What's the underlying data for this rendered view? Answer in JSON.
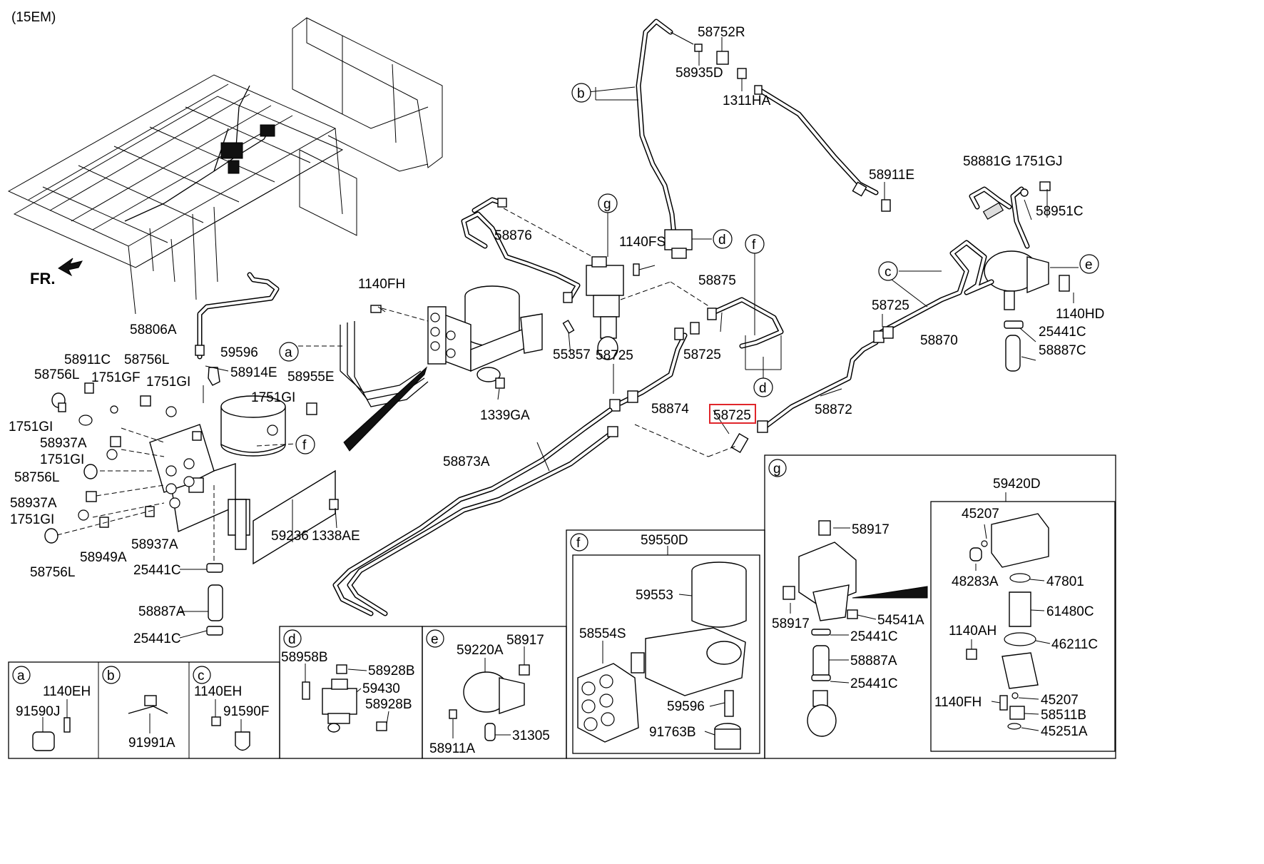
{
  "model_code": "(15EM)",
  "front_label": "FR.",
  "highlighted_part": "58725",
  "callout_letters": {
    "a": "a",
    "b": "b",
    "c": "c",
    "d": "d",
    "e": "e",
    "f": "f",
    "g": "g"
  },
  "parts": {
    "p58752R": "58752R",
    "p58935D": "58935D",
    "p1311HA": "1311HA",
    "p58911E": "58911E",
    "p58881G": "58881G",
    "p1751GJ": "1751GJ",
    "p58951C": "58951C",
    "p1140FS": "1140FS",
    "p58876": "58876",
    "p58875": "58875",
    "p1140FH_top": "1140FH",
    "p55357": "55357",
    "p58725_a": "58725",
    "p58725_b": "58725",
    "p58725_c": "58725",
    "p58725_hl": "58725",
    "p58870": "58870",
    "p1140HD": "1140HD",
    "p25441C_r": "25441C",
    "p58887C": "58887C",
    "p58872": "58872",
    "p58874": "58874",
    "p1339GA": "1339GA",
    "p58806A": "58806A",
    "p59596": "59596",
    "p58914E": "58914E",
    "p58911C": "58911C",
    "p58756L_1": "58756L",
    "p58756L_2": "58756L",
    "p1751GF": "1751GF",
    "p1751GI_1": "1751GI",
    "p58955E": "58955E",
    "p1751GI_2": "1751GI",
    "p1751GI_3": "1751GI",
    "p58937A_1": "58937A",
    "p1751GI_4": "1751GI",
    "p58756L_3": "58756L",
    "p58937A_2": "58937A",
    "p1751GI_5": "1751GI",
    "p58949A": "58949A",
    "p58937A_3": "58937A",
    "p58756L_4": "58756L",
    "p25441C_a": "25441C",
    "p58887A": "58887A",
    "p25441C_b": "25441C",
    "p59236": "59236",
    "p1338AE": "1338AE",
    "p58873A": "58873A"
  },
  "panel_a": {
    "p1140EH": "1140EH",
    "p91590J": "91590J"
  },
  "panel_b": {
    "p91991A": "91991A"
  },
  "panel_c": {
    "p1140EH": "1140EH",
    "p91590F": "91590F"
  },
  "panel_d": {
    "p58958B": "58958B",
    "p58928B_1": "58928B",
    "p59430": "59430",
    "p58928B_2": "58928B"
  },
  "panel_e": {
    "p59220A": "59220A",
    "p58917": "58917",
    "p58911A": "58911A",
    "p31305": "31305"
  },
  "panel_f": {
    "p59550D": "59550D",
    "p59553": "59553",
    "p58554S": "58554S",
    "p59596": "59596",
    "p91763B": "91763B"
  },
  "panel_g": {
    "p58917_1": "58917",
    "p58917_2": "58917",
    "p54541A": "54541A",
    "p25441C_1": "25441C",
    "p58887A": "58887A",
    "p25441C_2": "25441C",
    "p59420D": "59420D",
    "p45207_1": "45207",
    "p48283A": "48283A",
    "p47801": "47801",
    "p61480C": "61480C",
    "p1140AH": "1140AH",
    "p46211C": "46211C",
    "p1140FH": "1140FH",
    "p45207_2": "45207",
    "p58511B": "58511B",
    "p45251A": "45251A"
  }
}
